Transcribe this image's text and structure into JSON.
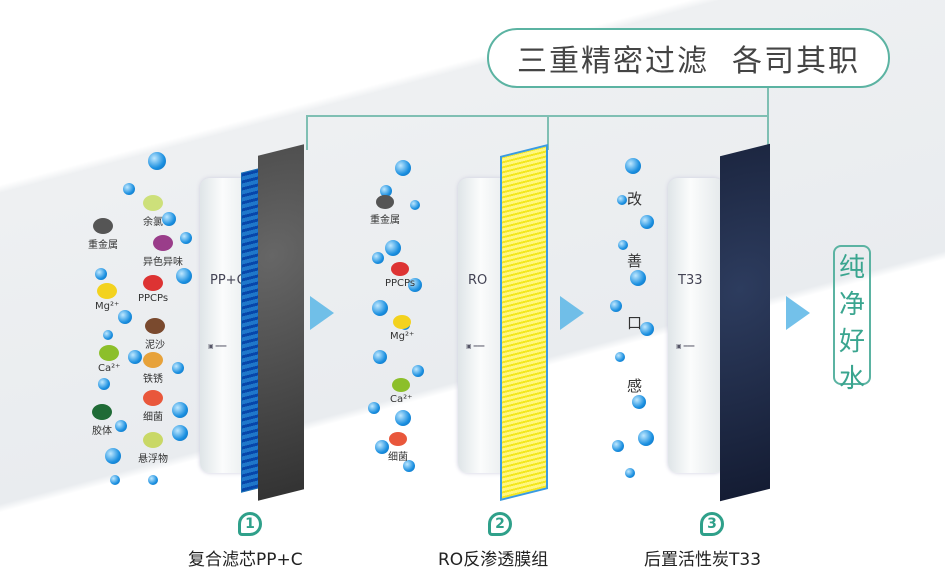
{
  "title": "三重精密过滤  各司其职",
  "filters": [
    {
      "number": "1",
      "label": "复合滤芯PP+C",
      "cartridge": "PP+C"
    },
    {
      "number": "2",
      "label": "RO反渗透膜组",
      "cartridge": "RO"
    },
    {
      "number": "3",
      "label": "后置活性炭T33",
      "cartridge": "T33"
    }
  ],
  "impurities_stage1": [
    "余氯",
    "重金属",
    "异色异味",
    "Mg²⁺",
    "PPCPs",
    "泥沙",
    "Ca²⁺",
    "铁锈",
    "胶体",
    "细菌",
    "悬浮物"
  ],
  "impurities_stage2": [
    "重金属",
    "PPCPs",
    "Mg²⁺",
    "Ca²⁺",
    "细菌"
  ],
  "stage3_text": [
    "改",
    "善",
    "口",
    "感"
  ],
  "result": [
    "纯",
    "净",
    "好",
    "水"
  ],
  "colors": {
    "accent": "#2fa08a",
    "bubble": "#1a8fe0",
    "yellow": "#f3e71d"
  }
}
